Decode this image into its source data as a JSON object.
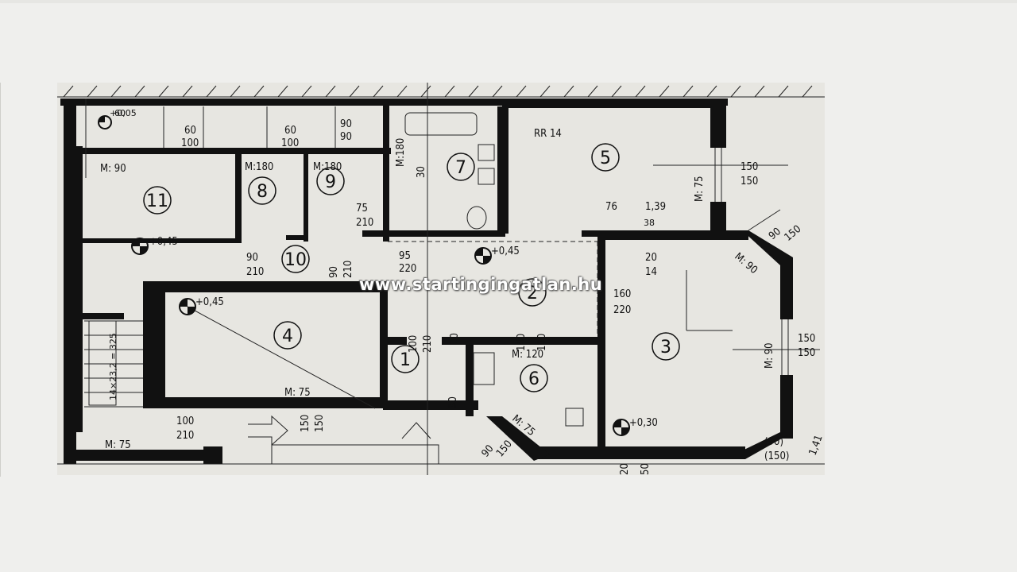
{
  "watermark": "www.startingingatlan.hu",
  "colors": {
    "background": "#efefed",
    "paper": "#e7e6e1",
    "ink": "#111111"
  },
  "rooms": [
    "1",
    "2",
    "3",
    "4",
    "5",
    "6",
    "7",
    "8",
    "9",
    "10",
    "11"
  ],
  "labels": {
    "rr": "RR 14",
    "level_045_a": "+0,45",
    "level_045_b": "+0,45",
    "level_045_c": "+0,45",
    "level_030": "+0,30",
    "level_005": "+0,05",
    "m90_a": "M: 90",
    "m180_a": "M:180",
    "m180_b": "M:180",
    "m75_a": "M: 75",
    "m75_b": "M: 75",
    "m120": "M: 120",
    "m75_side": "M: 75",
    "m90_side": "M: 90",
    "m90_diag": "M: 90",
    "m75_diag": "M: 75",
    "m1180": "M:180",
    "d150_a": "150",
    "d150_b": "150",
    "d150_c": "150",
    "d150_d": "150",
    "d90_150": "90",
    "d150_diag": "150",
    "d76": "76",
    "d139": "1,39",
    "d38": "38",
    "d20": "20",
    "d14": "14",
    "d160": "160",
    "d220_a": "220",
    "d95": "95",
    "d220_b": "220",
    "d90_210_a": "90",
    "d210_a": "210",
    "d90_210_b": "90",
    "d210_b": "210",
    "d75_210": "75",
    "d210_c": "210",
    "d100_210": "100",
    "d210_d": "210",
    "d140": "140",
    "d100_6": "100",
    "d90_bot": "90",
    "d150_bot": "150",
    "d90p": "(90)",
    "d150p": "(150)",
    "d141": "1,41",
    "d150_m75a": "150",
    "d150_m75b": "150",
    "stair": "14×23,2 = 325",
    "d60_a": "60",
    "d100_a": "100",
    "d60_b": "60",
    "d100_b": "100",
    "d90_top": "90",
    "d90_top2": "90",
    "d30": "30",
    "d10": "10",
    "d20b": "20",
    "d50": "50",
    "d100c": "100",
    "d210e": "210"
  }
}
